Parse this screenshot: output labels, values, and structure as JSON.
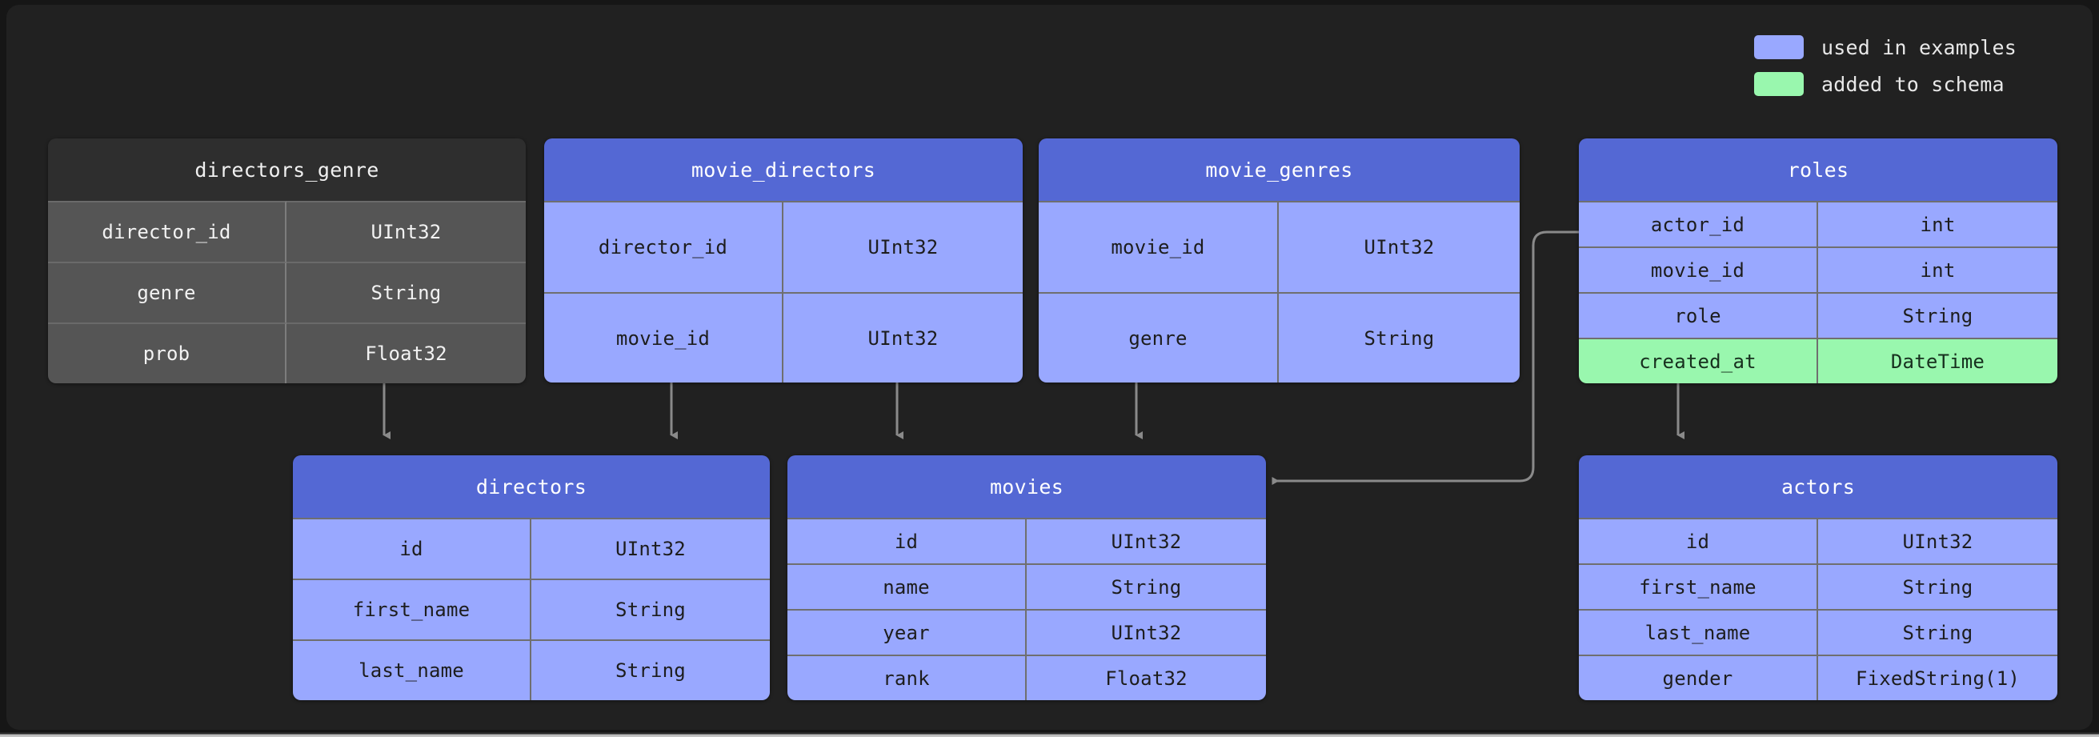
{
  "legend": {
    "items": [
      {
        "label": "used in examples",
        "color": "#99a8ff",
        "icon": "blue-swatch"
      },
      {
        "label": "added to schema",
        "color": "#99f7ae",
        "icon": "green-swatch"
      }
    ]
  },
  "colors": {
    "canvas_bg": "#212121",
    "page_bg": "#161616",
    "table_header_blue": "#5468d4",
    "table_cell_blue": "#99a8ff",
    "table_header_grey": "#2e2e2e",
    "table_cell_grey": "#555555",
    "added_green": "#99f7ae",
    "connector": "#8a8a8a"
  },
  "tables": [
    {
      "id": "directors_genre",
      "title": "directors_genre",
      "style": "grey",
      "rows": [
        {
          "name": "director_id",
          "type": "UInt32",
          "highlight": false
        },
        {
          "name": "genre",
          "type": "String",
          "highlight": false
        },
        {
          "name": "prob",
          "type": "Float32",
          "highlight": false
        }
      ]
    },
    {
      "id": "movie_directors",
      "title": "movie_directors",
      "style": "blue",
      "rows": [
        {
          "name": "director_id",
          "type": "UInt32",
          "highlight": false
        },
        {
          "name": "movie_id",
          "type": "UInt32",
          "highlight": false
        }
      ]
    },
    {
      "id": "movie_genres",
      "title": "movie_genres",
      "style": "blue",
      "rows": [
        {
          "name": "movie_id",
          "type": "UInt32",
          "highlight": false
        },
        {
          "name": "genre",
          "type": "String",
          "highlight": false
        }
      ]
    },
    {
      "id": "roles",
      "title": "roles",
      "style": "blue",
      "rows": [
        {
          "name": "actor_id",
          "type": "int",
          "highlight": false
        },
        {
          "name": "movie_id",
          "type": "int",
          "highlight": false
        },
        {
          "name": "role",
          "type": "String",
          "highlight": false
        },
        {
          "name": "created_at",
          "type": "DateTime",
          "highlight": true
        }
      ]
    },
    {
      "id": "directors",
      "title": "directors",
      "style": "blue",
      "rows": [
        {
          "name": "id",
          "type": "UInt32",
          "highlight": false
        },
        {
          "name": "first_name",
          "type": "String",
          "highlight": false
        },
        {
          "name": "last_name",
          "type": "String",
          "highlight": false
        }
      ]
    },
    {
      "id": "movies",
      "title": "movies",
      "style": "blue",
      "rows": [
        {
          "name": "id",
          "type": "UInt32",
          "highlight": false
        },
        {
          "name": "name",
          "type": "String",
          "highlight": false
        },
        {
          "name": "year",
          "type": "UInt32",
          "highlight": false
        },
        {
          "name": "rank",
          "type": "Float32",
          "highlight": false
        }
      ]
    },
    {
      "id": "actors",
      "title": "actors",
      "style": "blue",
      "rows": [
        {
          "name": "id",
          "type": "UInt32",
          "highlight": false
        },
        {
          "name": "first_name",
          "type": "String",
          "highlight": false
        },
        {
          "name": "last_name",
          "type": "String",
          "highlight": false
        },
        {
          "name": "gender",
          "type": "FixedString(1)",
          "highlight": false
        }
      ]
    }
  ],
  "relations": [
    {
      "from": "directors_genre",
      "to": "directors",
      "shape": "vertical"
    },
    {
      "from": "movie_directors",
      "to": "directors",
      "shape": "vertical"
    },
    {
      "from": "movie_directors",
      "to": "movies",
      "shape": "vertical"
    },
    {
      "from": "movie_genres",
      "to": "movies",
      "shape": "vertical"
    },
    {
      "from": "roles",
      "to": "actors",
      "shape": "vertical"
    },
    {
      "from": "roles",
      "to": "movies",
      "shape": "elbow-left"
    }
  ]
}
